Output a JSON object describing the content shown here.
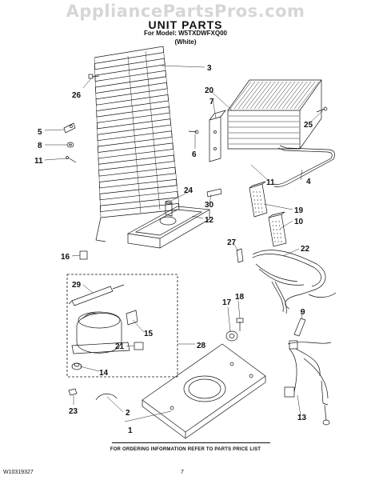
{
  "watermark": "AppliancePartsPros.com",
  "header": {
    "title": "UNIT PARTS",
    "model": "For Model: W5TXDWFXQ00",
    "color": "(White)"
  },
  "footer": {
    "ordering_note": "FOR ORDERING INFORMATION REFER TO PARTS PRICE LIST",
    "document_number": "W10319327",
    "page_number": "7"
  },
  "callouts": {
    "c1": "1",
    "c2": "2",
    "c3": "3",
    "c4": "4",
    "c5": "5",
    "c6": "6",
    "c7": "7",
    "c8": "8",
    "c9": "9",
    "c10": "10",
    "c11a": "11",
    "c11b": "11",
    "c12": "12",
    "c13": "13",
    "c14": "14",
    "c15": "15",
    "c16": "16",
    "c17": "17",
    "c18": "18",
    "c19": "19",
    "c20": "20",
    "c21": "21",
    "c22": "22",
    "c23": "23",
    "c24": "24",
    "c25": "25",
    "c26": "26",
    "c27": "27",
    "c28": "28",
    "c29": "29",
    "c30": "30"
  }
}
